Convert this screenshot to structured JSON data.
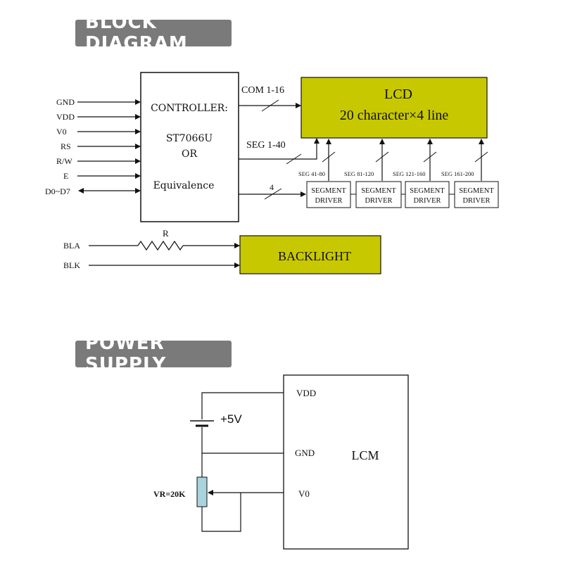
{
  "headings": {
    "block_diagram": "BLOCK DIAGRAM",
    "power_supply": "POWER SUPPLY"
  },
  "block": {
    "pins": [
      "GND",
      "VDD",
      "V0",
      "RS",
      "R/W",
      "E",
      "D0~D7"
    ],
    "controller": {
      "line1": "CONTROLLER:",
      "line2": "ST7066U",
      "line3": "OR",
      "line4": "Equivalence"
    },
    "bus_labels": {
      "com": "COM 1-16",
      "seg": "SEG 1-40",
      "four": "4"
    },
    "lcd": {
      "title": "LCD",
      "subtitle": "20 character×4 line"
    },
    "seg_ranges": [
      "SEG 41-80",
      "SEG 81-120",
      "SEG 121-160",
      "SEG 161-200"
    ],
    "segment_driver": {
      "line1": "SEGMENT",
      "line2": "DRIVER"
    },
    "backlight": {
      "label": "BACKLIGHT",
      "resistor": "R",
      "bla": "BLA",
      "blk": "BLK"
    }
  },
  "power": {
    "vdd": "VDD",
    "gnd": "GND",
    "v0": "V0",
    "lcm": "LCM",
    "supply": "+5V",
    "vr": "VR=20K"
  },
  "colors": {
    "lcd_fill": "#c8c800",
    "pot_fill": "#a9d3dd",
    "badge_bg": "#7a7a7a"
  }
}
